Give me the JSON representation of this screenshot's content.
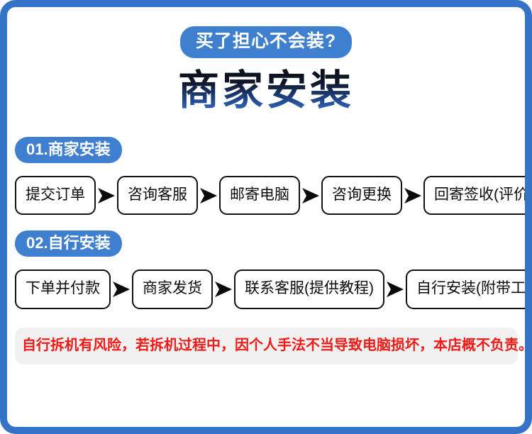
{
  "theme": {
    "frame_color": "#3573c8",
    "accent_blue": "#3f7fd0",
    "warning_red": "#ee1b17",
    "band_gray": "#f1f1f1",
    "box_border": "#111111"
  },
  "header": {
    "badge": "买了担心不会装?",
    "title": "商家安装"
  },
  "sections": [
    {
      "pill": "01.商家安装",
      "steps": [
        "提交订单",
        "咨询客服",
        "邮寄电脑",
        "咨询更换",
        "回寄签收(评价)"
      ]
    },
    {
      "pill": "02.自行安装",
      "steps": [
        "下单并付款",
        "商家发货",
        "联系客服(提供教程)",
        "自行安装(附带工具)"
      ]
    }
  ],
  "footer": {
    "warning": "自行拆机有风险，若拆机过程中，因个人手法不当导致电脑损坏，本店概不负责。"
  },
  "icons": {
    "arrow": "right-triangle-arrow-icon"
  }
}
